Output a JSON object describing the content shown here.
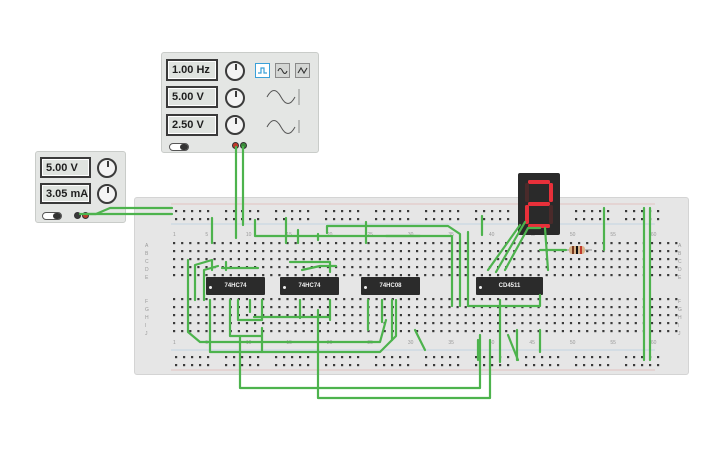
{
  "function_generator": {
    "frequency": "1.00 Hz",
    "amplitude": "5.00 V",
    "dc_offset": "2.50 V",
    "waveforms": [
      "square-wave-icon",
      "sine-wave-icon",
      "triangle-wave-icon"
    ],
    "selected_waveform": "square-wave-icon"
  },
  "power_supply": {
    "voltage": "5.00 V",
    "current": "3.05 mA"
  },
  "chips": [
    {
      "label": "74HC74"
    },
    {
      "label": "74HC74"
    },
    {
      "label": "74HC08"
    },
    {
      "label": "CD4511"
    }
  ],
  "seven_segment": {
    "digit": "2",
    "color": "#e8303a"
  },
  "breadboard": {
    "row_labels_top": [
      "A",
      "B",
      "C",
      "D",
      "E"
    ],
    "row_labels_bottom": [
      "F",
      "G",
      "H",
      "I",
      "J"
    ],
    "column_numbers": [
      "1",
      "5",
      "10",
      "15",
      "20",
      "25",
      "30",
      "35",
      "40",
      "45",
      "50",
      "55",
      "60"
    ]
  },
  "colors": {
    "wire": "#4db34d",
    "board": "#e6e6e6",
    "accent": "#3aa0d8"
  }
}
